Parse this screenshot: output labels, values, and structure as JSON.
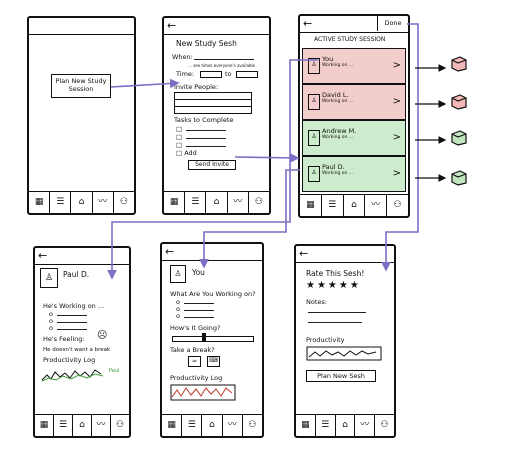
{
  "screen1": {
    "plan_button": "Plan New Study Session"
  },
  "screen2": {
    "back": "←",
    "title": "New Study Sesh",
    "when": "When:",
    "when_note": "... see times everyone's available",
    "time": "Time:",
    "to": "to",
    "invite": "Invite People:",
    "tasks": "Tasks to Complete",
    "add": "Add",
    "send": "Send Invite"
  },
  "screen3": {
    "back": "←",
    "done": "Done",
    "header": "ACTIVE STUDY SESSION",
    "rows": [
      {
        "name": "You",
        "sub": "Working on ...",
        "status": "behind"
      },
      {
        "name": "David L.",
        "sub": "Working on ...",
        "status": "behind"
      },
      {
        "name": "Andrew M.",
        "sub": "Working on ...",
        "status": "on-track"
      },
      {
        "name": "Paul D.",
        "sub": "Working on ...",
        "status": "on-track"
      }
    ]
  },
  "screen4": {
    "back": "←",
    "name": "Paul D.",
    "working": "He's Working on ...",
    "feeling": "He's Feeling:",
    "note": "He doesn't want a break",
    "log": "Productivity Log",
    "legend": "Paul"
  },
  "screen5": {
    "back": "←",
    "name": "You",
    "q1": "What Are You Working on?",
    "q2": "How's It Going?",
    "q3": "Take a Break?",
    "log": "Productivity Log"
  },
  "screen6": {
    "back": "←",
    "rate": "Rate This Sesh!",
    "stars": "★★★★★",
    "notes": "Notes:",
    "productivity": "Productivity",
    "plan": "Plan New Sesh"
  },
  "nav_icons": [
    "calendar-icon",
    "list-icon",
    "home-icon",
    "chart-icon",
    "group-icon"
  ],
  "colors": {
    "behind": "#f3cccc",
    "on_track": "#cdeccd",
    "arrow": "#7a6fc4",
    "cube_red": "#f5b8b8",
    "cube_green": "#bfe6bf"
  }
}
